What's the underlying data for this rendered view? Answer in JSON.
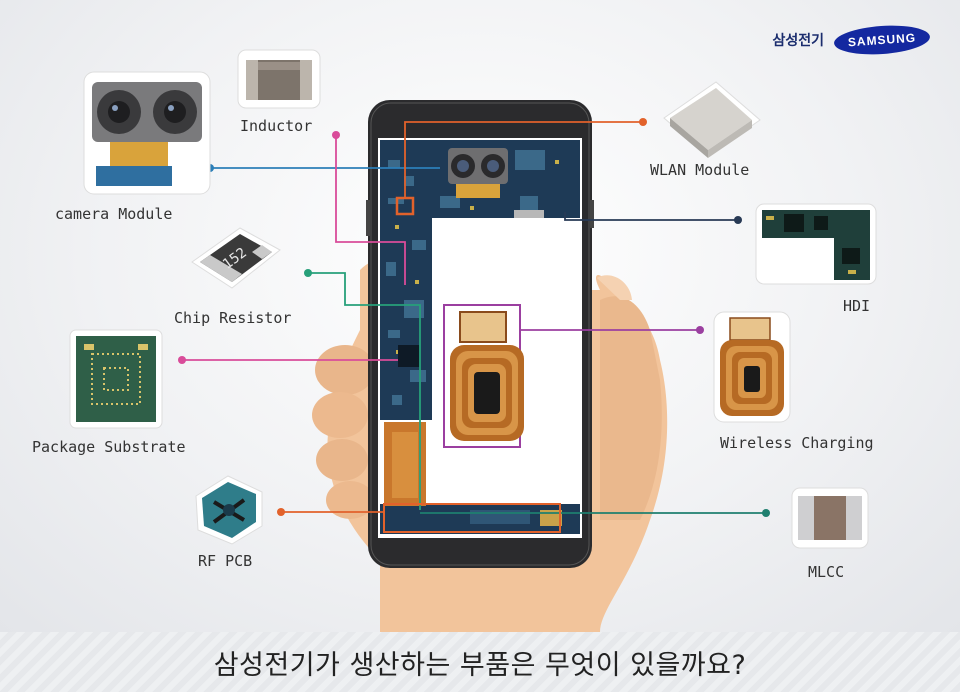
{
  "brand": {
    "korean": "삼성전기",
    "logo": "SAMSUNG"
  },
  "components": {
    "camera": "camera Module",
    "inductor": "Inductor",
    "chip_resistor": "Chip Resistor",
    "package_substrate": "Package Substrate",
    "rf_pcb": "RF PCB",
    "wlan": "WLAN Module",
    "hdi": "HDI",
    "wireless": "Wireless Charging",
    "mlcc": "MLCC"
  },
  "resistor_marking": "152",
  "footer": {
    "question": "삼성전기가 생산하는 부품은 무엇이 있을까요?"
  },
  "colors": {
    "blue_line": "#2c7fb8",
    "pink_line": "#d94c9a",
    "green_line": "#27a07a",
    "orange_line": "#e2622b",
    "navy_line": "#283a55",
    "purple_line": "#9b3fa0",
    "teal_line": "#1f7f6f"
  }
}
